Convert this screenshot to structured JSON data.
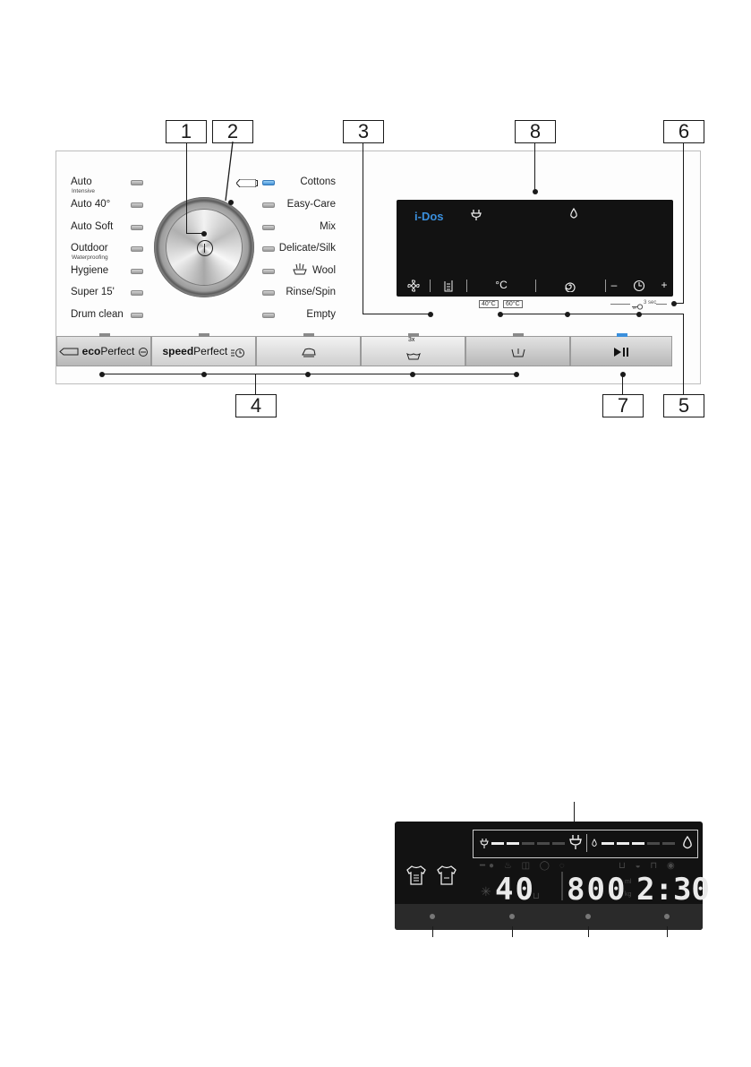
{
  "callouts": [
    "1",
    "2",
    "3",
    "8",
    "6",
    "4",
    "7",
    "5"
  ],
  "programmes_left": [
    {
      "label": "Auto",
      "sub": "Intensive"
    },
    {
      "label": "Auto 40°",
      "sub": ""
    },
    {
      "label": "Auto Soft",
      "sub": ""
    },
    {
      "label": "Outdoor",
      "sub": "Waterproofing"
    },
    {
      "label": "Hygiene",
      "sub": ""
    },
    {
      "label": "Super 15'",
      "sub": ""
    },
    {
      "label": "Drum clean",
      "sub": ""
    }
  ],
  "programmes_right": [
    "Cottons",
    "Easy-Care",
    "Mix",
    "Delicate/Silk",
    "Wool",
    "Rinse/Spin",
    "Empty"
  ],
  "display": {
    "brand": "i-Dos",
    "temp_button": "°C",
    "minus": "–",
    "plus": "+",
    "temp_options": [
      "40°C",
      "60°C"
    ],
    "hold_hint": "3 sec"
  },
  "buttons": {
    "eco_bold": "eco",
    "eco_rest": "Perfect",
    "speed_bold": "speed",
    "speed_rest": "Perfect",
    "stain_label": "3x"
  },
  "lower_display": {
    "temperature": "40",
    "spin": "800",
    "time": "2:30",
    "unit_ml": "ml",
    "unit_kg": "kg"
  },
  "colors": {
    "accent": "#3a8fdc",
    "screen": "#121212"
  }
}
